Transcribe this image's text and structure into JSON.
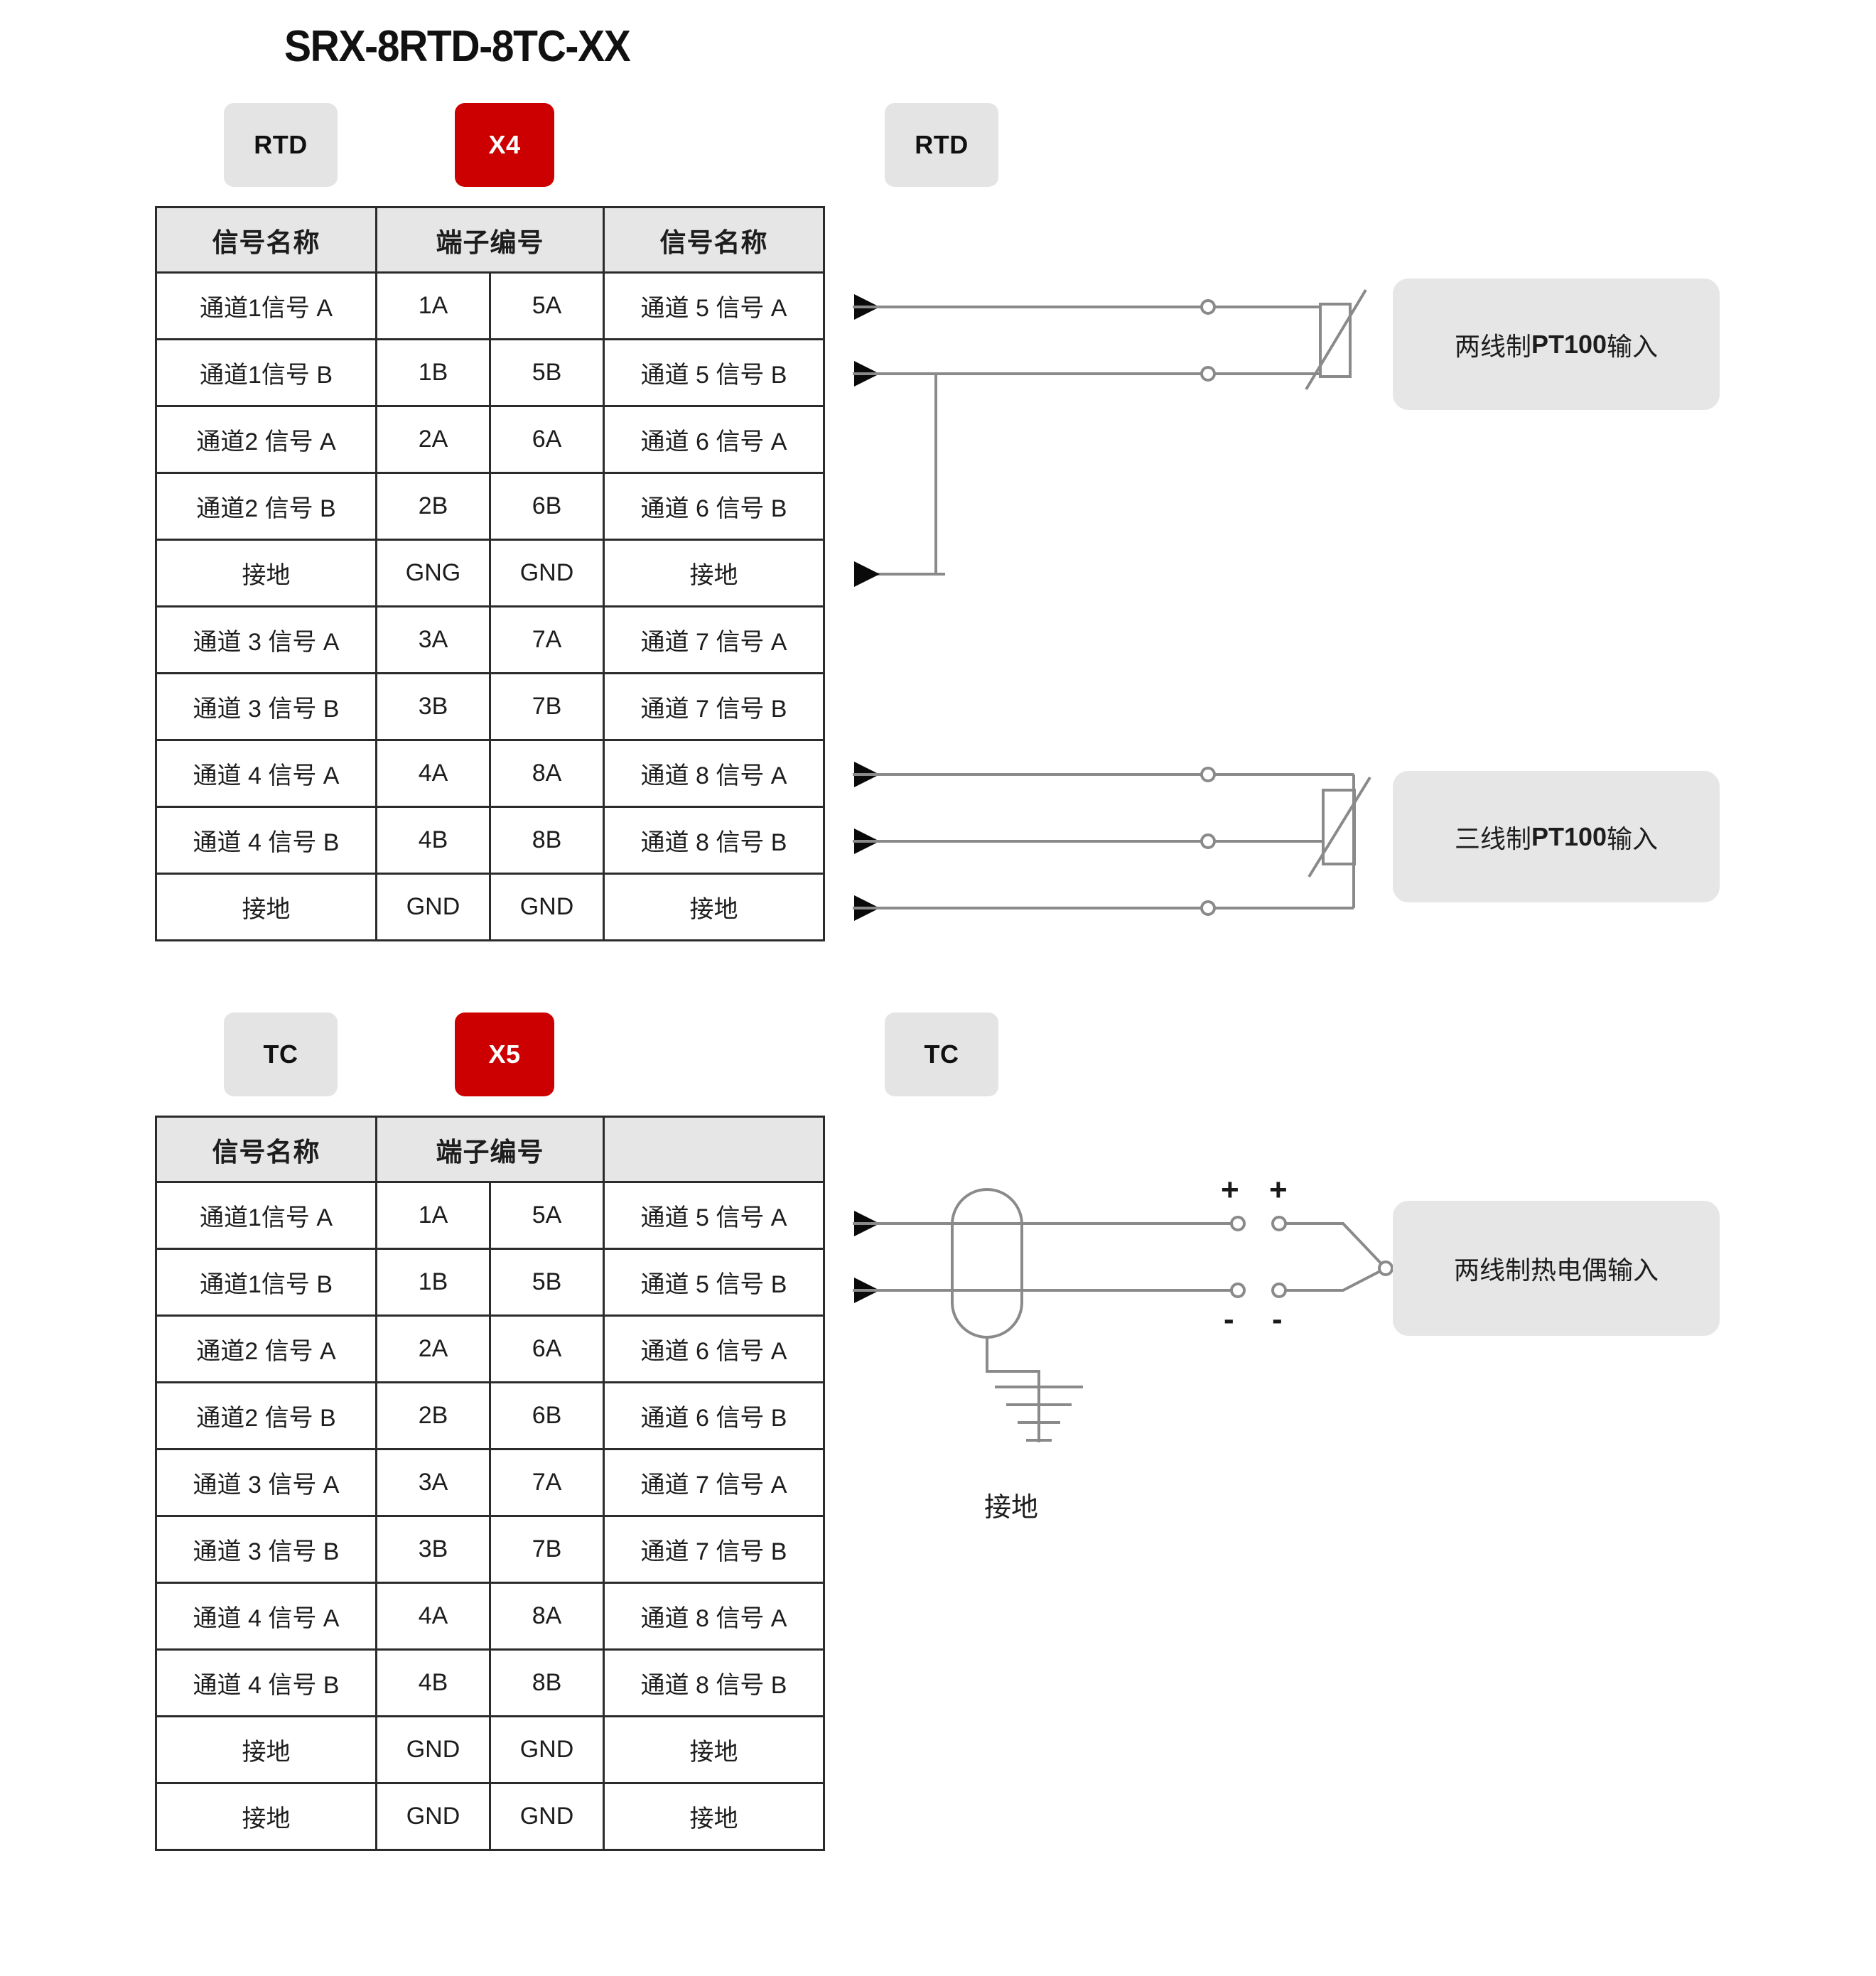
{
  "title": "SRX-8RTD-8TC-XX",
  "colors": {
    "badge_red": "#CC0000",
    "badge_gray": "#E4E4E4",
    "header_gray": "#E6E6E6",
    "callout_gray": "#E6E6E6",
    "line": "#8a8a8a",
    "border": "#2B2B2B"
  },
  "section_rtd": {
    "badges": {
      "left": "RTD",
      "center": "X4",
      "right": "RTD"
    },
    "table": {
      "headers": [
        "信号名称",
        "端子编号",
        "信号名称"
      ],
      "rows": [
        [
          "通道1信号 A",
          "1A",
          "5A",
          "通道 5 信号 A"
        ],
        [
          "通道1信号 B",
          "1B",
          "5B",
          "通道 5 信号 B"
        ],
        [
          "通道2 信号 A",
          "2A",
          "6A",
          "通道 6 信号 A"
        ],
        [
          "通道2 信号 B",
          "2B",
          "6B",
          "通道 6 信号 B"
        ],
        [
          "接地",
          "GNG",
          "GND",
          "接地"
        ],
        [
          "通道 3 信号 A",
          "3A",
          "7A",
          "通道 7 信号 A"
        ],
        [
          "通道 3 信号 B",
          "3B",
          "7B",
          "通道 7 信号 B"
        ],
        [
          "通道 4 信号 A",
          "4A",
          "8A",
          "通道 8 信号 A"
        ],
        [
          "通道 4 信号 B",
          "4B",
          "8B",
          "通道 8 信号 B"
        ],
        [
          "接地",
          "GND",
          "GND",
          "接地"
        ]
      ]
    },
    "callouts": {
      "two_wire_prefix": "两线制 ",
      "two_wire_bold": "PT100",
      "two_wire_suffix": " 输入",
      "three_wire_prefix": "三线制 ",
      "three_wire_bold": "PT100",
      "three_wire_suffix": " 输入"
    }
  },
  "section_tc": {
    "badges": {
      "left": "TC",
      "center": "X5",
      "right": "TC"
    },
    "table": {
      "headers": [
        "信号名称",
        "端子编号",
        ""
      ],
      "rows": [
        [
          "通道1信号 A",
          "1A",
          "5A",
          "通道 5 信号 A"
        ],
        [
          "通道1信号 B",
          "1B",
          "5B",
          "通道 5 信号 B"
        ],
        [
          "通道2 信号 A",
          "2A",
          "6A",
          "通道 6 信号 A"
        ],
        [
          "通道2 信号 B",
          "2B",
          "6B",
          "通道 6 信号 B"
        ],
        [
          "通道 3 信号 A",
          "3A",
          "7A",
          "通道 7 信号 A"
        ],
        [
          "通道 3 信号 B",
          "3B",
          "7B",
          "通道 7 信号 B"
        ],
        [
          "通道 4 信号 A",
          "4A",
          "8A",
          "通道 8 信号 A"
        ],
        [
          "通道 4 信号 B",
          "4B",
          "8B",
          "通道 8 信号 B"
        ],
        [
          "接地",
          "GND",
          "GND",
          "接地"
        ],
        [
          "接地",
          "GND",
          "GND",
          "接地"
        ]
      ]
    },
    "callouts": {
      "thermocouple": "两线制热电偶输入"
    },
    "polarity": {
      "plus_left": "+",
      "plus_right": "+",
      "minus_left": "-",
      "minus_right": "-"
    },
    "ground_caption": "接地"
  }
}
